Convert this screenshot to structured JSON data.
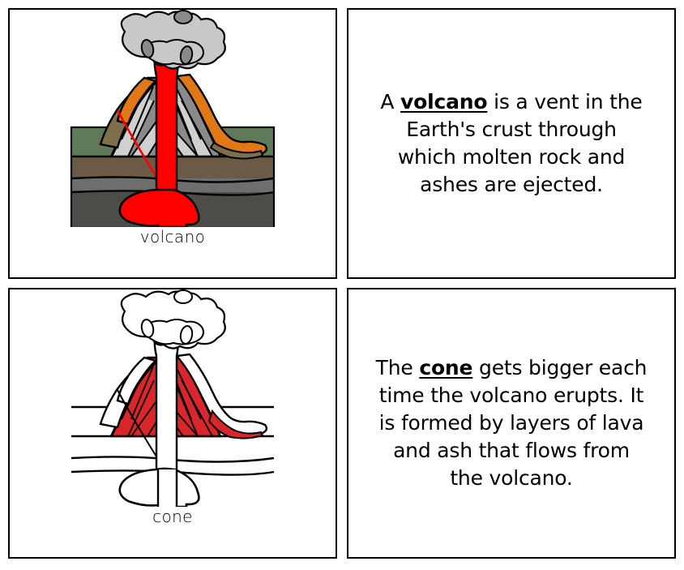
{
  "page": {
    "kind": "three-part-cards",
    "background_color": "#ffffff",
    "card_border_color": "#000000"
  },
  "cards": [
    {
      "id": "volcano-picture-card",
      "type": "picture",
      "label": "volcano",
      "illustration": "volcano-cross-section-color",
      "colors": {
        "smoke": "#c8c8c8",
        "smoke_blob": "#8a8a8a",
        "lava": "#ff0000",
        "flow": "#e07818",
        "rock_dark": "#8a8a8a",
        "rock_light": "#d0d0d0",
        "rock_olive": "#7d6f49",
        "grass": "#5e7a58",
        "soil": "#6b5b46",
        "subsoil": "#6e6e6e",
        "bedrock": "#4e4c49",
        "outline": "#000000"
      }
    },
    {
      "id": "volcano-text-card",
      "type": "text",
      "keyword": "volcano",
      "sentence_before": "A ",
      "sentence_after": " is a vent in the Earth's crust through which molten rock and ashes are ejected.",
      "full_text": "A volcano is a vent in the Earth's crust through which molten rock and ashes are ejected."
    },
    {
      "id": "cone-picture-card",
      "type": "picture",
      "label": "cone",
      "illustration": "volcano-cross-section-cone-highlight",
      "colors": {
        "highlight": "#d8262c",
        "outline": "#000000",
        "fill": "#ffffff"
      }
    },
    {
      "id": "cone-text-card",
      "type": "text",
      "keyword": "cone",
      "sentence_before": "The ",
      "sentence_after": " gets bigger each time the volcano erupts. It is formed by layers of lava and ash that flows from the volcano.",
      "full_text": "The cone gets bigger each time the volcano erupts. It is formed by layers of lava and ash that flows from the volcano."
    }
  ]
}
